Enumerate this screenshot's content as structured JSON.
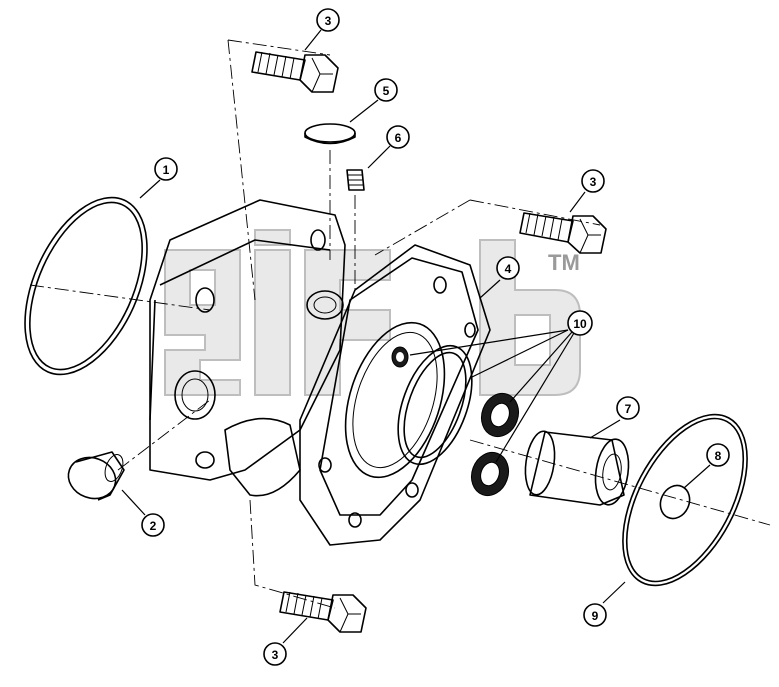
{
  "diagram": {
    "callouts": [
      {
        "label": "1"
      },
      {
        "label": "2"
      },
      {
        "label": "3"
      },
      {
        "label": "3"
      },
      {
        "label": "3"
      },
      {
        "label": "4"
      },
      {
        "label": "5"
      },
      {
        "label": "6"
      },
      {
        "label": "7"
      },
      {
        "label": "8"
      },
      {
        "label": "9"
      },
      {
        "label": "10"
      }
    ],
    "watermark": {
      "trademark": "TM"
    }
  }
}
